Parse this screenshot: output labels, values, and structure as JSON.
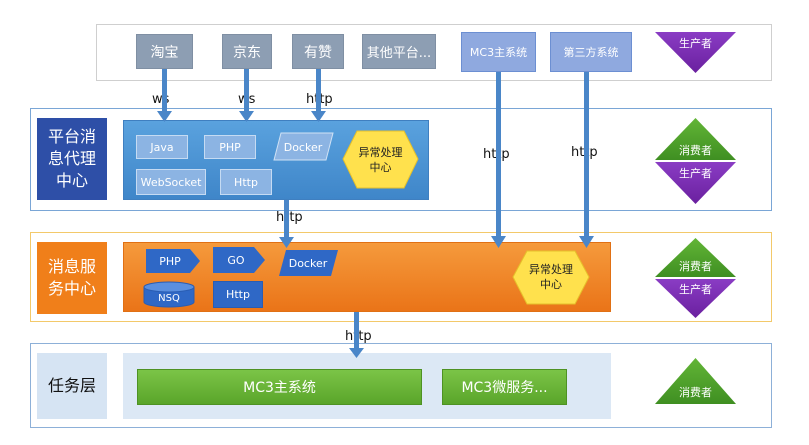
{
  "sources": {
    "taobao": "淘宝",
    "jd": "京东",
    "youzan": "有赞",
    "other": "其他平台...",
    "mc3_main": "MC3主系统",
    "third_party": "第三方系统"
  },
  "roles": {
    "producer": "生产者",
    "consumer": "消费者"
  },
  "platform_layer": {
    "title_line1": "平台消",
    "title_line2": "息代理",
    "title_line3": "中心",
    "java": "Java",
    "php": "PHP",
    "docker": "Docker",
    "websocket": "WebSocket",
    "http": "Http",
    "exception_line1": "异常处理",
    "exception_line2": "中心"
  },
  "service_layer": {
    "title_line1": "消息服",
    "title_line2": "务中心",
    "php": "PHP",
    "go": "GO",
    "docker": "Docker",
    "nsq": "NSQ",
    "http": "Http",
    "exception_line1": "异常处理",
    "exception_line2": "中心"
  },
  "task_layer": {
    "title": "任务层",
    "mc3_main": "MC3主系统",
    "mc3_micro": "MC3微服务..."
  },
  "arrows": {
    "ws1": "ws",
    "ws2": "ws",
    "http_youzan": "http",
    "http_mc3": "http",
    "http_third": "http",
    "http_platform": "http",
    "http_service": "http"
  },
  "colors": {
    "producer": "#7a2bb3",
    "consumer": "#4ea52a",
    "arrow": "#4a86c8",
    "exception_hex": "#ffe14d"
  }
}
